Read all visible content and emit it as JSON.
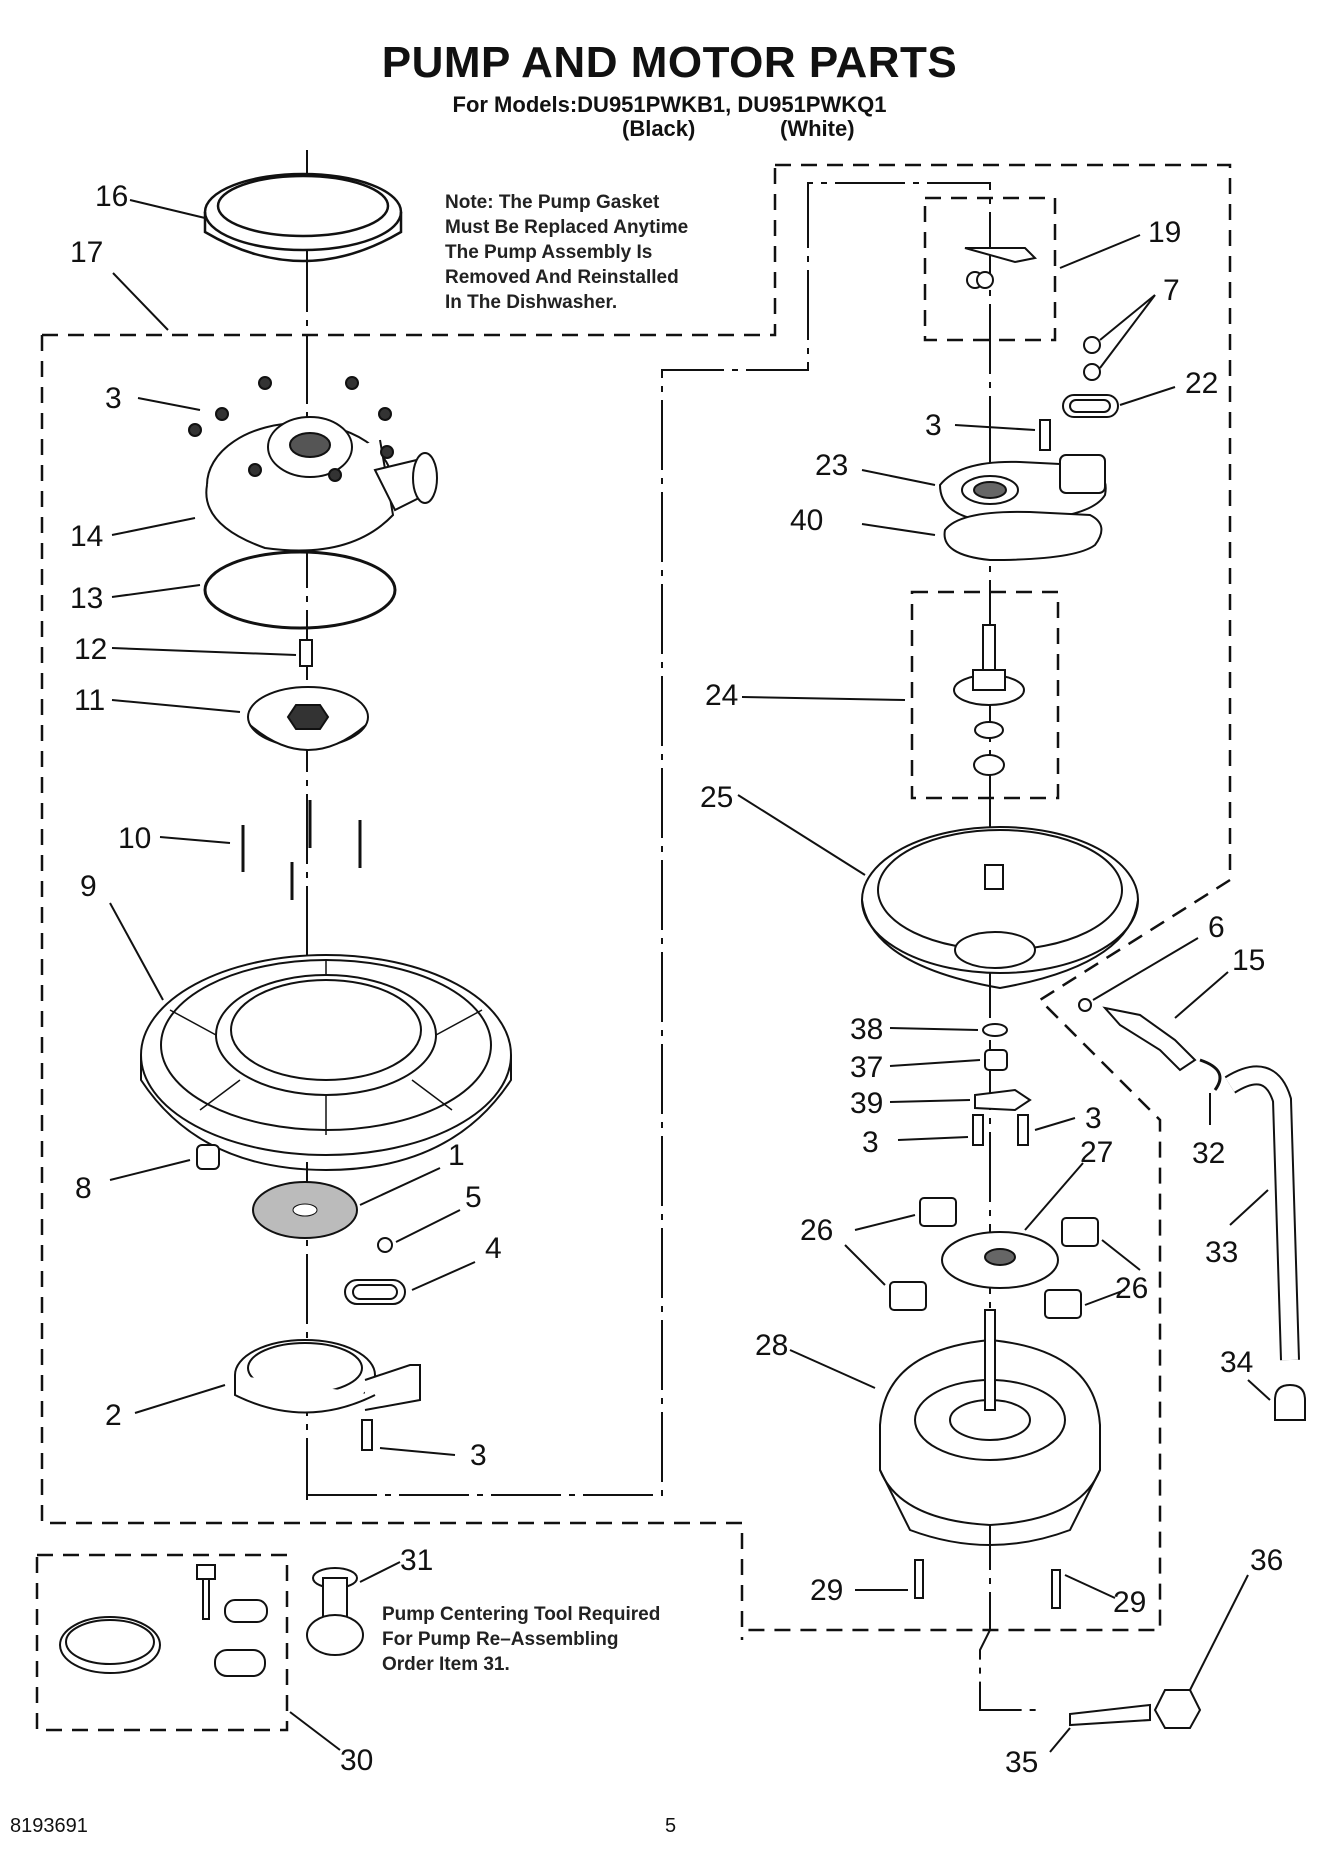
{
  "title": "PUMP AND MOTOR PARTS",
  "models_line": "For Models:DU951PWKB1, DU951PWKQ1",
  "color_labels": [
    "(Black)",
    "(White)"
  ],
  "note_gasket": [
    "Note: The Pump Gasket",
    "Must Be Replaced Anytime",
    "The Pump Assembly Is",
    "Removed And Reinstalled",
    "In The Dishwasher."
  ],
  "note_tool": [
    "Pump Centering Tool Required",
    "For Pump Re–Assembling",
    "Order Item 31."
  ],
  "callouts": [
    "16",
    "17",
    "3",
    "14",
    "13",
    "12",
    "11",
    "10",
    "9",
    "8",
    "1",
    "5",
    "4",
    "2",
    "3",
    "19",
    "7",
    "22",
    "3",
    "23",
    "40",
    "24",
    "25",
    "6",
    "15",
    "38",
    "37",
    "39",
    "3",
    "3",
    "27",
    "26",
    "26",
    "28",
    "32",
    "33",
    "34",
    "29",
    "29",
    "36",
    "35",
    "31",
    "30"
  ],
  "footer": {
    "doc_number": "8193691",
    "page": "5"
  }
}
